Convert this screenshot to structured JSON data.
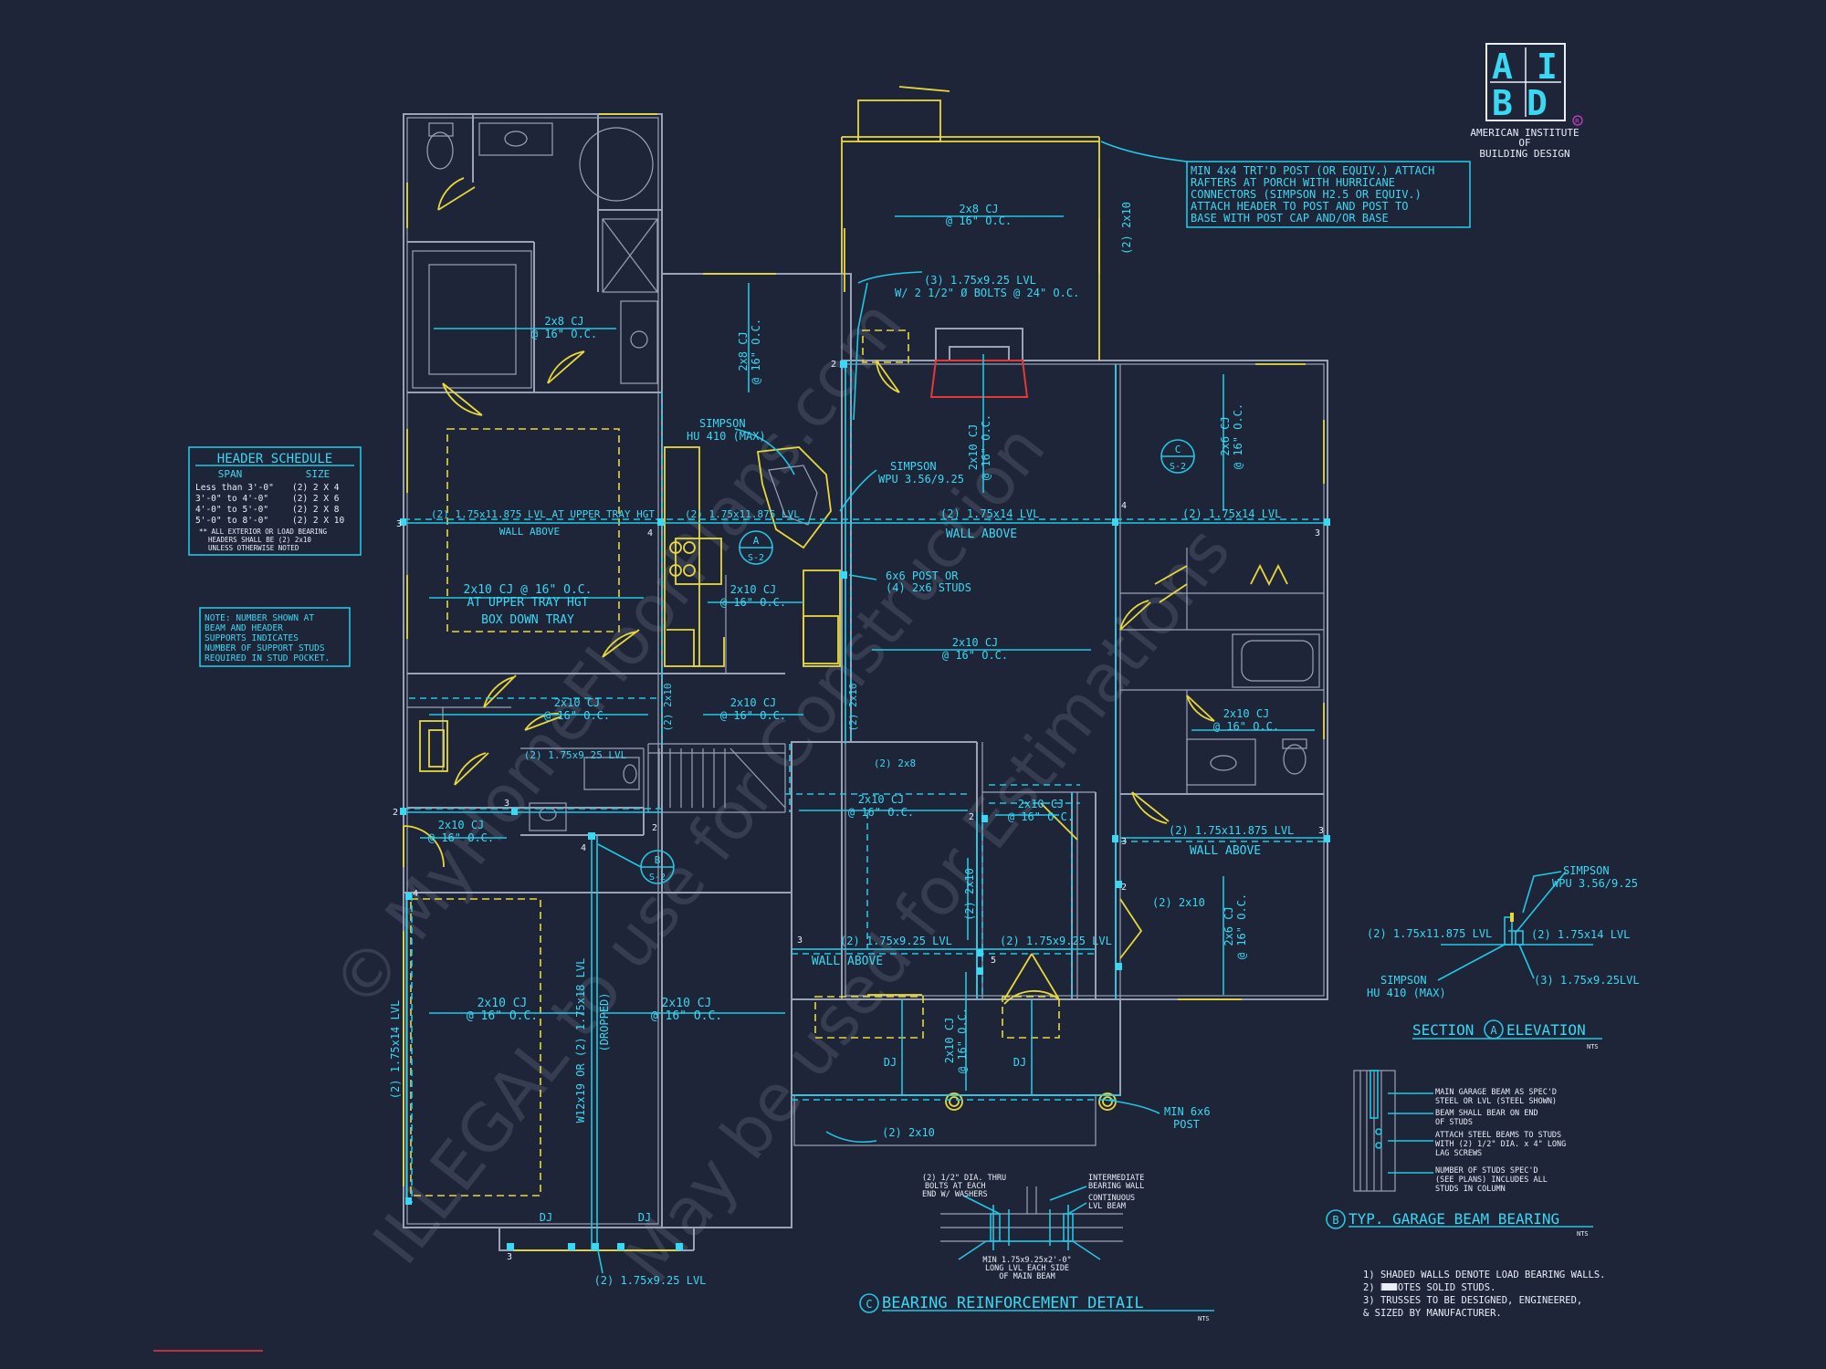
{
  "logo": {
    "letters": [
      "A",
      "I",
      "B",
      "D"
    ],
    "org_line1": "AMERICAN INSTITUTE",
    "org_line2": "OF",
    "org_line3": "BUILDING DESIGN",
    "registered": "R"
  },
  "watermark": {
    "line1": "© MyHomeFloorPlans.com",
    "line2": "ILLEGAL to use for Construction",
    "line3": "May be used for Estimations"
  },
  "header_schedule": {
    "title": "HEADER SCHEDULE",
    "col_span": "SPAN",
    "col_size": "SIZE",
    "rows": [
      {
        "span": "Less than 3'-0\"",
        "size": "(2) 2 X 4"
      },
      {
        "span": "3'-0\" to 4'-0\"",
        "size": "(2) 2 X 6"
      },
      {
        "span": "4'-0\" to 5'-0\"",
        "size": "(2) 2 X 8"
      },
      {
        "span": "5'-0\" to 8'-0\"",
        "size": "(2) 2 X 10"
      }
    ],
    "note1": "** ALL EXTERIOR OR LOAD BEARING",
    "note2": "HEADERS SHALL BE (2) 2x10",
    "note3": "UNLESS OTHERWISE NOTED"
  },
  "stud_note": [
    "NOTE: NUMBER SHOWN AT",
    "BEAM AND HEADER",
    "SUPPORTS INDICATES",
    "NUMBER OF SUPPORT STUDS",
    "REQUIRED IN STUD POCKET."
  ],
  "porch_note": [
    "MIN 4x4 TRT'D POST (OR EQUIV.) ATTACH",
    "RAFTERS AT PORCH WITH HURRICANE",
    "CONNECTORS (SIMPSON H2.5 OR EQUIV.)",
    "ATTACH HEADER TO POST AND POST TO",
    "BASE WITH POST CAP AND/OR BASE"
  ],
  "labels": {
    "cj_2x8": "2x8 CJ",
    "cj_2x6": "2x6 CJ",
    "cj_2x10": "2x10 CJ",
    "at16": "@ 16\" O.C.",
    "cj_tray": "2x10 CJ @ 16\" O.C.",
    "at_upper_tray": "AT UPPER TRAY HGT",
    "box_down_tray": "BOX DOWN TRAY",
    "lvl_tray": "(2) 1.75x11.875 LVL AT UPPER TRAY HGT",
    "lvl_11875": "(2) 1.75x11.875 LVL",
    "lvl_14": "(2) 1.75x14 LVL",
    "lvl_925": "(2) 1.75x9.25 LVL",
    "lvl_bolts1": "(3) 1.75x9.25 LVL",
    "lvl_bolts2": "W/ 2 1/2\" Ø BOLTS @ 24\" O.C.",
    "wall_above": "WALL ABOVE",
    "simpson_hu1": "SIMPSON",
    "simpson_hu2": "HU 410 (MAX)",
    "simpson_wpu1": "SIMPSON",
    "simpson_wpu2": "WPU 3.56/9.25",
    "post1": "6x6 POST OR",
    "post2": "(4) 2x6 STUDS",
    "two_2x10": "(2) 2x10",
    "two_2x8": "(2) 2x8",
    "left_lvl": "(2) 1.75x14 LVL",
    "dropped_lvl": "W12x19 OR (2) 1.75x18 LVL",
    "dropped": "(DROPPED)",
    "dj": "DJ",
    "bottom_lvl": "(2) 1.75x9.25 LVL",
    "min_post1": "MIN 6x6",
    "min_post2": "POST"
  },
  "sections": {
    "a_tag": "A",
    "b_tag": "B",
    "c_tag": "C",
    "sheet": "S-2",
    "section_a_title": "SECTION",
    "section_a_title2": "ELEVATION",
    "nts": "NTS",
    "sec_a_lvl_11875": "(2) 1.75x11.875 LVL",
    "sec_a_lvl_14": "(2) 1.75x14 LVL",
    "sec_a_lvl_925": "(3) 1.75x9.25LVL",
    "sec_a_simpson_hu1": "SIMPSON",
    "sec_a_simpson_hu2": "HU 410 (MAX)",
    "sec_a_simpson_wpu1": "SIMPSON",
    "sec_a_simpson_wpu2": "WPU 3.56/9.25",
    "garage_title": "TYP. GARAGE BEAM BEARING",
    "garage_notes": [
      "MAIN GARAGE BEAM AS SPEC'D",
      "STEEL OR LVL (STEEL SHOWN)",
      "BEAM SHALL BEAR ON END",
      "OF STUDS",
      "ATTACH STEEL BEAMS TO STUDS",
      "WITH (2) 1/2\" DIA. x 4\" LONG",
      "LAG SCREWS",
      "NUMBER OF STUDS SPEC'D",
      "(SEE PLANS) INCLUDES ALL",
      "STUDS IN COLUMN"
    ],
    "bearing_title": "BEARING REINFORCEMENT DETAIL",
    "bearing_notes": [
      "(2) 1/2\" DIA. THRU",
      "BOLTS AT EACH",
      "END W/ WASHERS",
      "INTERMEDIATE",
      "BEARING WALL",
      "CONTINUOUS",
      "LVL BEAM",
      "MIN 1.75x9.25x2'-0\"",
      "LONG LVL EACH SIDE",
      "OF MAIN BEAM"
    ]
  },
  "general_notes": [
    "1) SHADED WALLS DENOTE LOAD BEARING WALLS.",
    "2)      DENOTES SOLID STUDS.",
    "3) TRUSSES TO BE DESIGNED, ENGINEERED,",
    "    & SIZED BY MANUFACTURER."
  ],
  "stud_counts": [
    "3",
    "4",
    "2",
    "3",
    "4",
    "2",
    "3",
    "4",
    "4",
    "3",
    "2",
    "2",
    "5",
    "3",
    "3",
    "2",
    "3"
  ],
  "colors": {
    "background": "#1f2538",
    "cyan": "#22c7e3",
    "yellow": "#e8d83a",
    "wall": "#9aa3b6",
    "red": "#e23a3a"
  }
}
